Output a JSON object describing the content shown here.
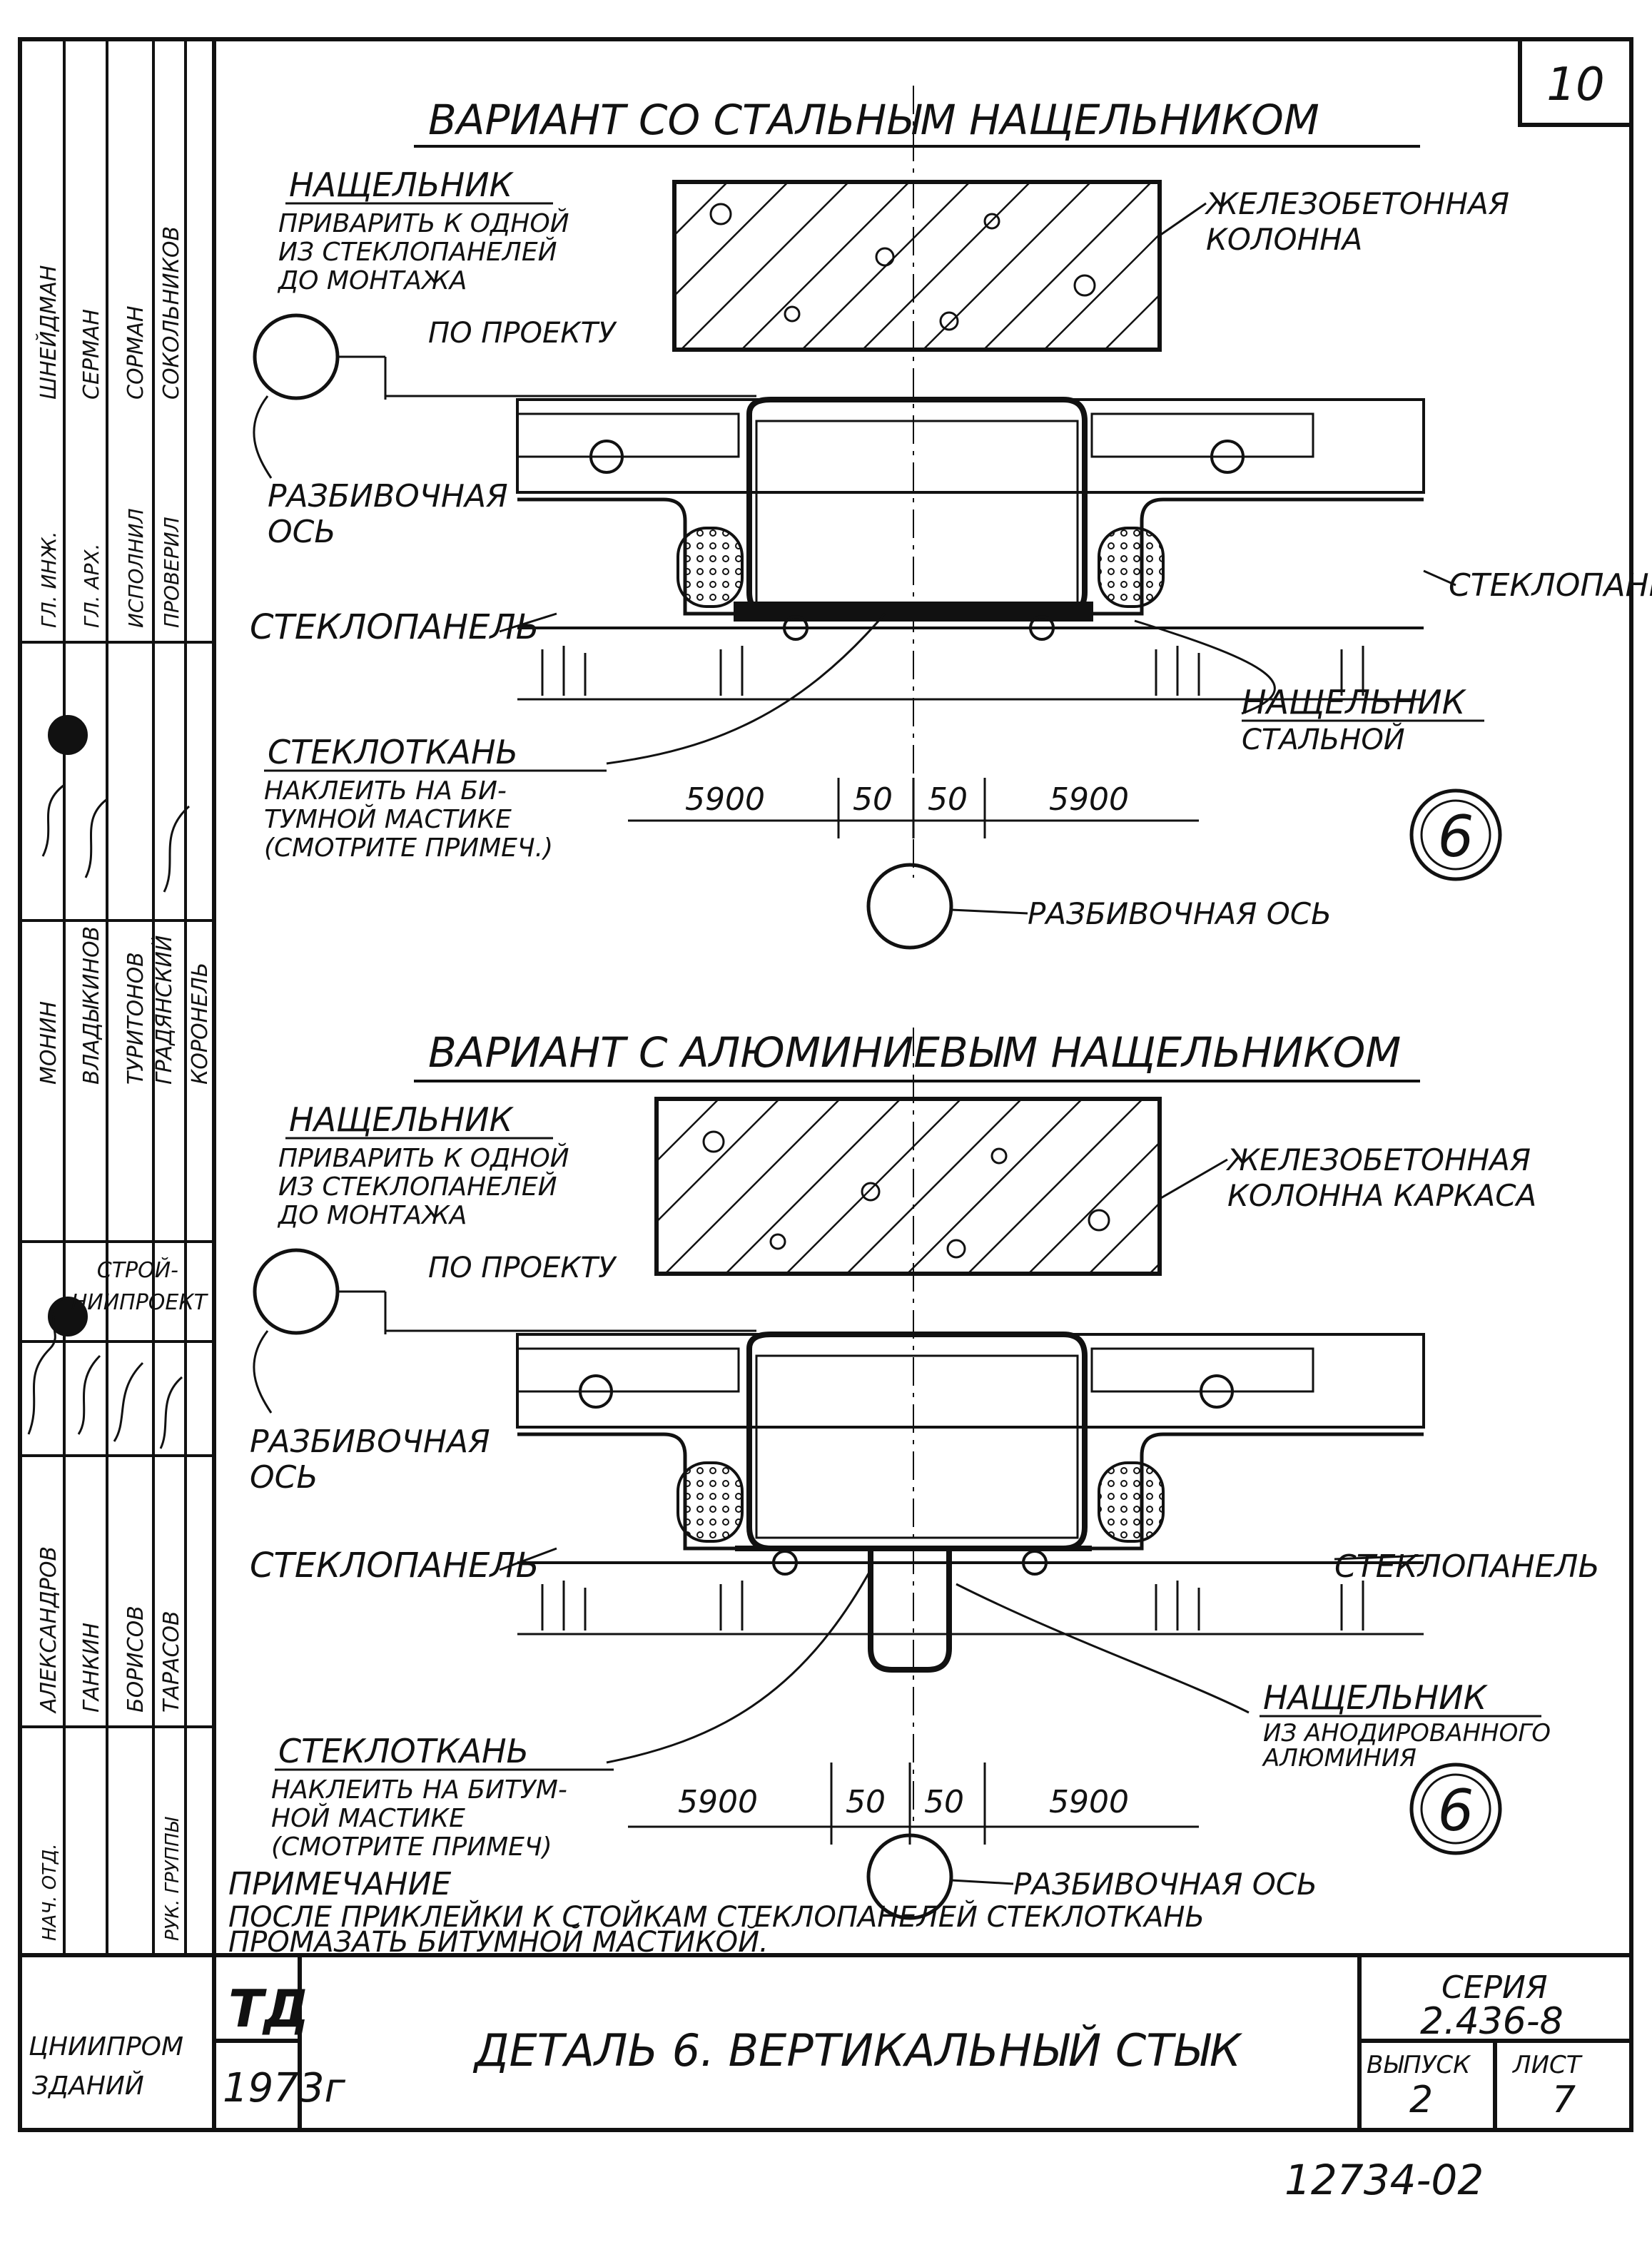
{
  "sheet": {
    "page_number": "10",
    "archive_number": "12734-02",
    "colors": {
      "ink": "#111111",
      "paper": "#ffffff"
    }
  },
  "variant_steel": {
    "title": "ВАРИАНТ СО СТАЛЬНЫМ НАЩЕЛЬНИКОМ",
    "batten_label": "НАЩЕЛЬНИК",
    "batten_note": [
      "ПРИВАРИТЬ К ОДНОЙ",
      "ИЗ СТЕКЛОПАНЕЛЕЙ",
      "ДО МОНТАЖА"
    ],
    "column_label": [
      "ЖЕЛЕЗОБЕТОННАЯ",
      "КОЛОННА"
    ],
    "per_project": "ПО ПРОЕКТУ",
    "axis_label_left": [
      "РАЗБИВОЧНАЯ",
      "ОСЬ"
    ],
    "panel_right": "СТЕКЛОПАНЕЛЬ",
    "panel_left": "СТЕКЛОПАНЕЛЬ",
    "steel_batten": [
      "НАЩЕЛЬНИК",
      "СТАЛЬНОЙ"
    ],
    "fabric_label": "СТЕКЛОТКАНЬ",
    "fabric_note": [
      "НАКЛЕИТЬ НА БИ-",
      "ТУМНОЙ МАСТИКЕ",
      "(СМОТРИТЕ ПРИМЕЧ.)"
    ],
    "dims": [
      "5900",
      "50",
      "50",
      "5900"
    ],
    "detail_number": "6",
    "axis_label_bottom": "РАЗБИВОЧНАЯ ОСЬ"
  },
  "variant_aluminium": {
    "title": "ВАРИАНТ С АЛЮМИНИЕВЫМ НАЩЕЛЬНИКОМ",
    "batten_label": "НАЩЕЛЬНИК",
    "batten_note": [
      "ПРИВАРИТЬ К ОДНОЙ",
      "ИЗ СТЕКЛОПАНЕЛЕЙ",
      "ДО МОНТАЖА"
    ],
    "column_label": [
      "ЖЕЛЕЗОБЕТОННАЯ",
      "КОЛОННА КАРКАСА"
    ],
    "per_project": "ПО ПРОЕКТУ",
    "axis_label_left": [
      "РАЗБИВОЧНАЯ",
      "ОСЬ"
    ],
    "panel_left": "СТЕКЛОПАНЕЛЬ",
    "panel_right": "СТЕКЛОПАНЕЛЬ",
    "alu_batten": [
      "НАЩЕЛЬНИК",
      "ИЗ АНОДИРОВАННОГО",
      "АЛЮМИНИЯ"
    ],
    "fabric_label": "СТЕКЛОТКАНЬ",
    "fabric_note": [
      "НАКЛЕИТЬ НА БИТУМ-",
      "НОЙ МАСТИКЕ",
      "(СМОТРИТЕ ПРИМЕЧ)"
    ],
    "dims": [
      "5900",
      "50",
      "50",
      "5900"
    ],
    "detail_number": "6",
    "axis_label_bottom": "РАЗБИВОЧНАЯ ОСЬ"
  },
  "note": {
    "heading": "ПРИМЕЧАНИЕ",
    "lines": [
      "ПОСЛЕ ПРИКЛЕЙКИ К СТОЙКАМ СТЕКЛОПАНЕЛЕЙ СТЕКЛОТКАНЬ",
      "ПРОМАЗАТЬ БИТУМНОЙ МАСТИКОЙ."
    ]
  },
  "title_block": {
    "org": [
      "ЦНИИПРОМ",
      "ЗДАНИЙ"
    ],
    "td": "ТД",
    "year": "1973г",
    "drawing_title": "ДЕТАЛЬ 6. ВЕРТИКАЛЬНЫЙ СТЫК",
    "series_label": "СЕРИЯ",
    "series_value": "2.436-8",
    "issue_label": "ВЫПУСК",
    "issue_value": "2",
    "sheet_label": "ЛИСТ",
    "sheet_value": "7"
  },
  "side_stamp": {
    "org": [
      "СТРОЙ-",
      "НИИПРОЕКТ"
    ],
    "roles": [
      "ГЛ. ИНЖ.",
      "НАЧ. ОТД.",
      "ГЛ. АРХ.",
      "РУК. ГРУППЫ",
      "ИСПОЛНИЛ",
      "ПРОВЕРИЛ"
    ],
    "names_upper": [
      "ШНЕЙДМАН",
      "СЕРМАН",
      "СОРМАН",
      "СОКОЛЬНИКОВ"
    ],
    "names_middle": [
      "МОНИН",
      "ВЛАДЫКИНОВ",
      "ТУРИТОНОВ",
      "ГРАДЯНСКИЙ",
      "КОРОНЕЛЬ"
    ],
    "names_lower": [
      "АЛЕКСАНДРОВ",
      "ГАНКИН",
      "БОРИСОВ",
      "ТАРАСОВ"
    ]
  }
}
